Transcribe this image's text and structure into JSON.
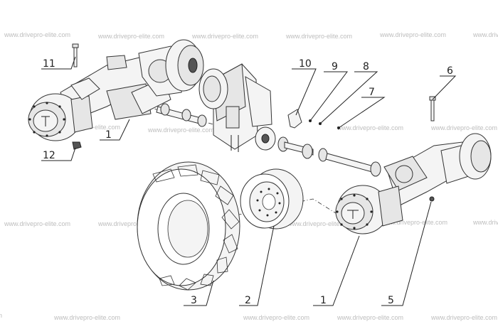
{
  "watermark": "www.drivepro-elite.com",
  "callouts": [
    {
      "id": "11",
      "label": "11"
    },
    {
      "id": "12",
      "label": "12"
    },
    {
      "id": "1a",
      "label": "1"
    },
    {
      "id": "10",
      "label": "10"
    },
    {
      "id": "9",
      "label": "9"
    },
    {
      "id": "8",
      "label": "8"
    },
    {
      "id": "7",
      "label": "7"
    },
    {
      "id": "6",
      "label": "6"
    },
    {
      "id": "3",
      "label": "3"
    },
    {
      "id": "2",
      "label": "2"
    },
    {
      "id": "1b",
      "label": "1"
    },
    {
      "id": "5",
      "label": "5"
    }
  ]
}
